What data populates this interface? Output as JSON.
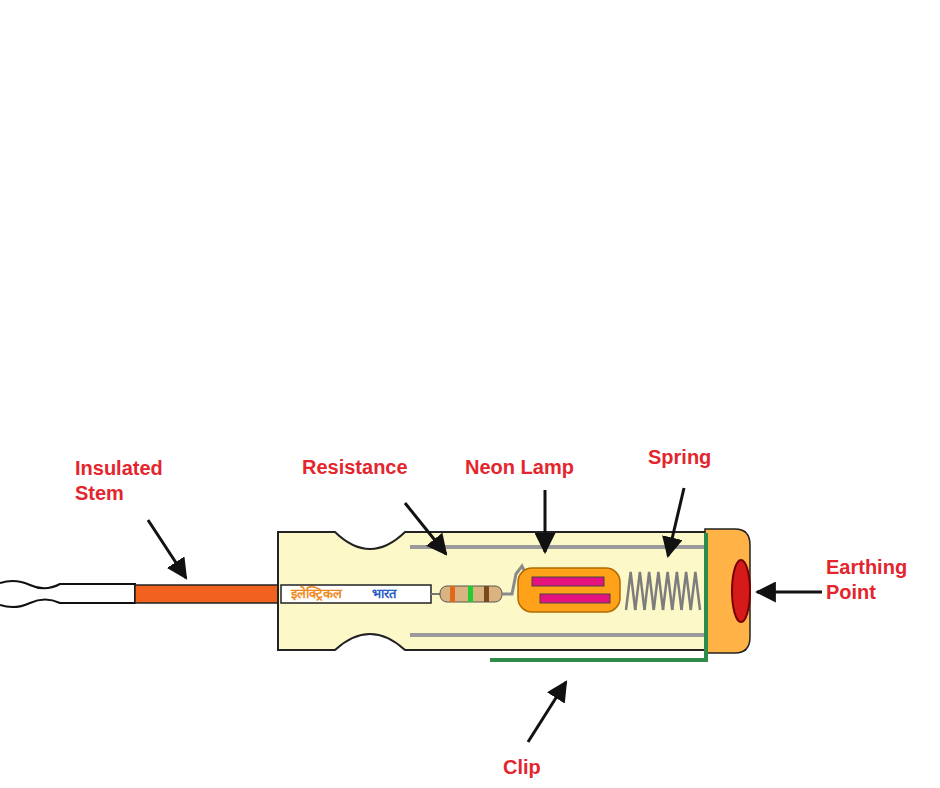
{
  "diagram": {
    "labels": [
      "Insulated Stem",
      "Resistance",
      "Neon Lamp",
      "Spring",
      "Earthing Point",
      "Clip",
      "इलेक्ट्रिकल",
      "भारत"
    ]
  }
}
